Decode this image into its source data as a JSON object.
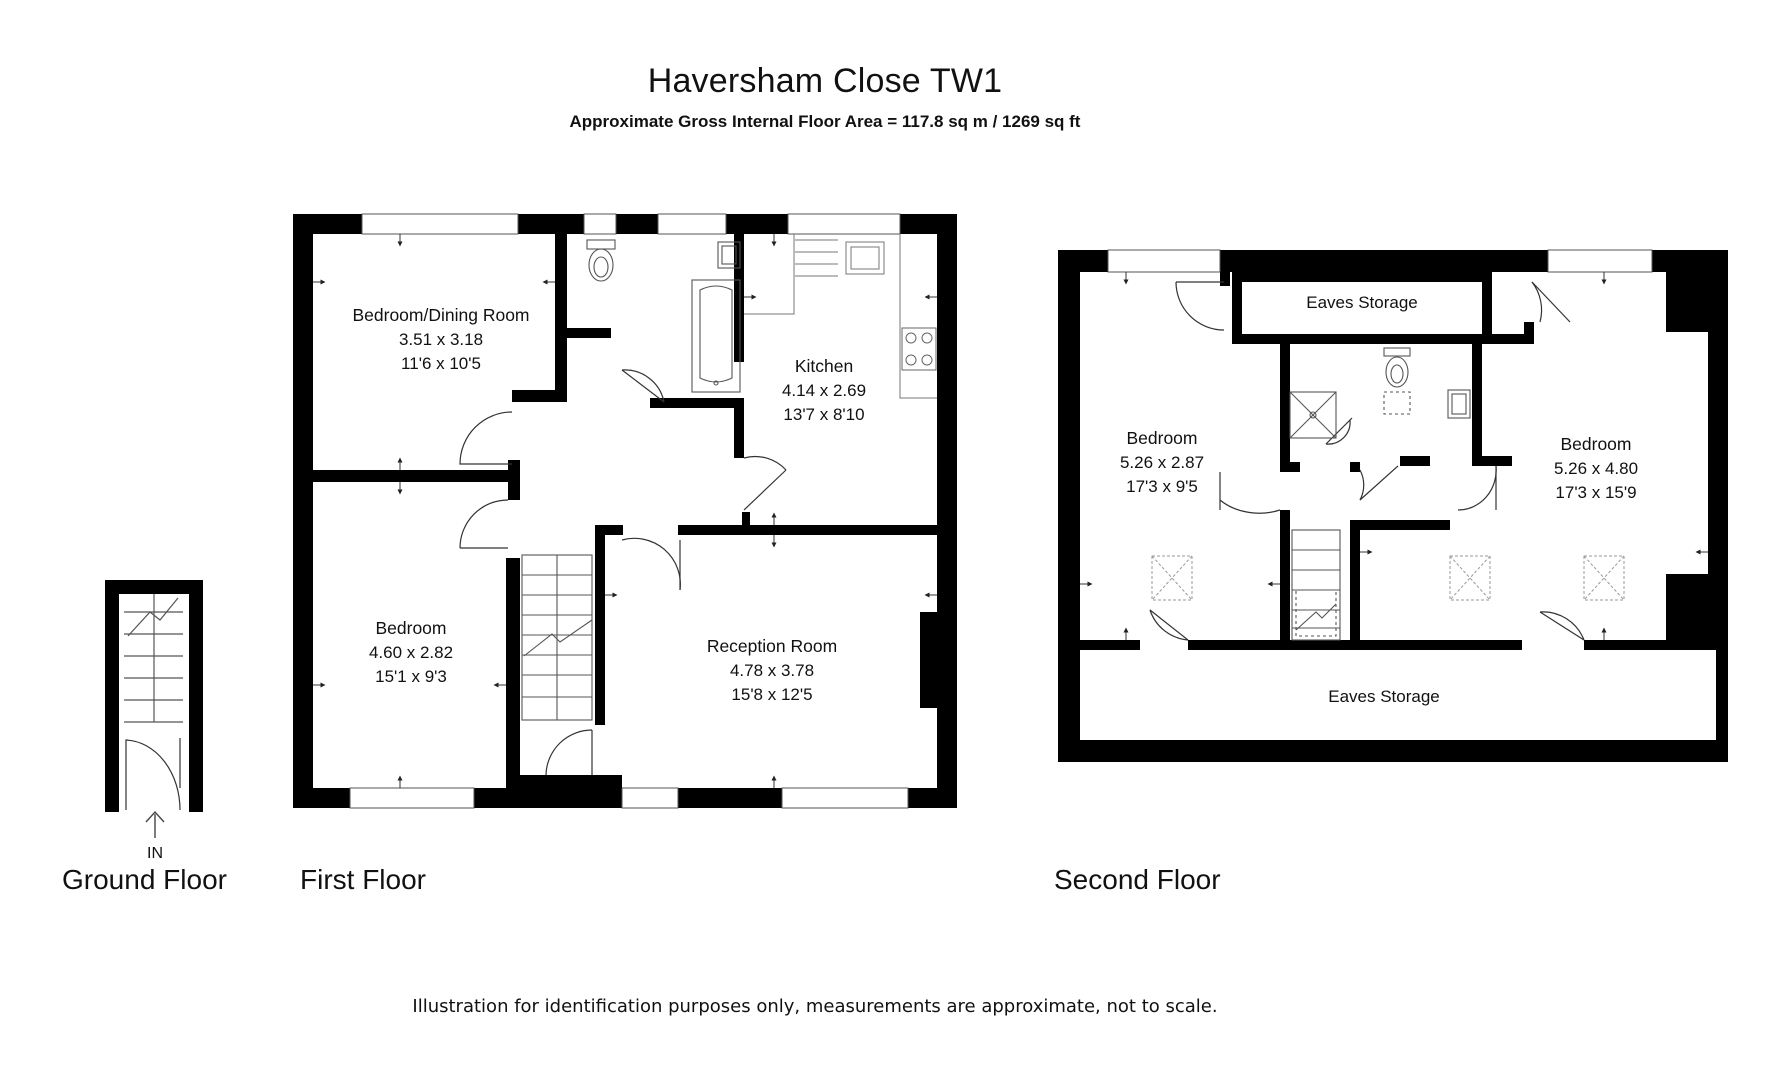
{
  "title": "Haversham Close TW1",
  "subtitle": "Approximate Gross Internal Floor Area  = 117.8 sq m  / 1269 sq ft",
  "floors": {
    "ground": {
      "label": "Ground Floor",
      "entrance": "IN"
    },
    "first": {
      "label": "First Floor",
      "rooms": {
        "bedroom_dining": {
          "name": "Bedroom/Dining Room",
          "metric": "3.51 x 3.18",
          "imperial": "11'6 x 10'5"
        },
        "kitchen": {
          "name": "Kitchen",
          "metric": "4.14 x 2.69",
          "imperial": "13'7 x 8'10"
        },
        "bedroom": {
          "name": "Bedroom",
          "metric": "4.60 x 2.82",
          "imperial": "15'1 x 9'3"
        },
        "reception": {
          "name": "Reception Room",
          "metric": "4.78 x 3.78",
          "imperial": "15'8 x 12'5"
        }
      }
    },
    "second": {
      "label": "Second Floor",
      "rooms": {
        "eaves_top": {
          "name": "Eaves Storage"
        },
        "bedroom_left": {
          "name": "Bedroom",
          "metric": "5.26 x 2.87",
          "imperial": "17'3 x 9'5"
        },
        "bedroom_right": {
          "name": "Bedroom",
          "metric": "5.26 x 4.80",
          "imperial": "17'3 x 15'9"
        },
        "eaves_bottom": {
          "name": "Eaves Storage"
        }
      }
    }
  },
  "footer": "Illustration for identification purposes only, measurements are approximate, not to scale."
}
